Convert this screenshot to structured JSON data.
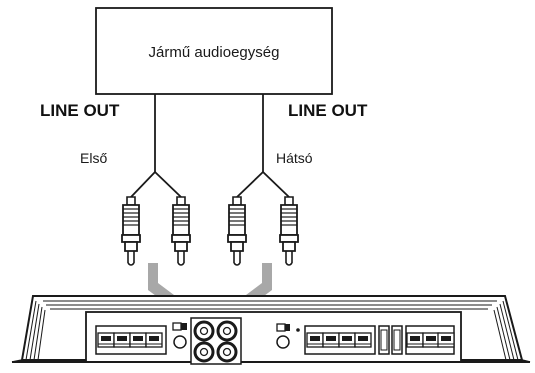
{
  "head_unit": {
    "label": "Jármű audioegység"
  },
  "outputs": [
    {
      "line_out_label": "LINE OUT",
      "channel_label": "Első"
    },
    {
      "line_out_label": "LINE OUT",
      "channel_label": "Hátsó"
    }
  ],
  "colors": {
    "line": "#1a1a1a",
    "arrow": "#a8a8a8",
    "connector_fill": "#ffffff"
  },
  "icons": [
    "rca-plug-icon",
    "amplifier-icon",
    "arrow-down-icon"
  ]
}
